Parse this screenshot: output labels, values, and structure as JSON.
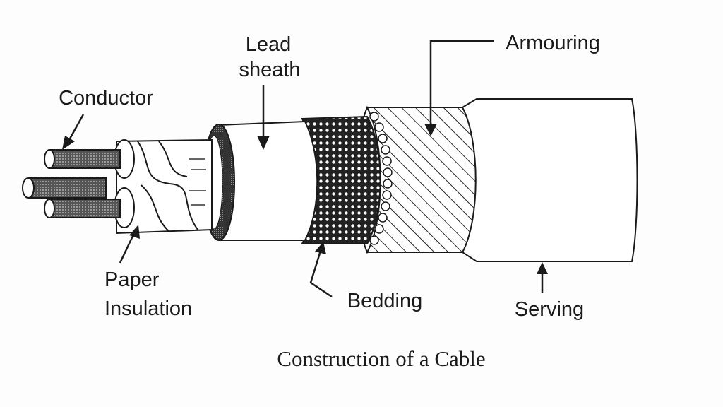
{
  "diagram": {
    "caption": "Construction of a Cable",
    "labels": {
      "conductor": "Conductor",
      "lead_sheath_line1": "Lead",
      "lead_sheath_line2": "sheath",
      "armouring": "Armouring",
      "paper_insulation_line1": "Paper",
      "paper_insulation_line2": "Insulation",
      "bedding": "Bedding",
      "serving": "Serving"
    }
  },
  "colors": {
    "ink": "#1a1a1a",
    "background": "#fdfdfd"
  }
}
